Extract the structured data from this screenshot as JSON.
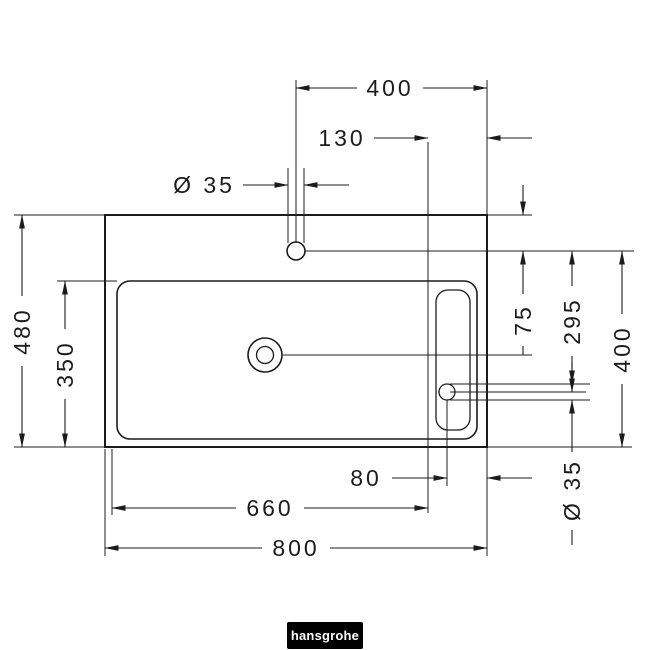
{
  "page": {
    "background_color": "#ffffff",
    "line_color": "#1c1c1c"
  },
  "dimensions": {
    "faucet_to_edge": "400",
    "shelf_width": "130",
    "faucet_hole_dia": "Ø 35",
    "overall_depth": "480",
    "bowl_depth": "350",
    "rim_to_faucet": "75",
    "faucet_to_overflow": "295",
    "faucet_to_front": "400",
    "overflow_to_edge": "80",
    "bowl_width": "660",
    "overall_width": "800",
    "overflow_hole_dia": "Ø 35"
  },
  "brand": {
    "logo": "hansgrohe"
  }
}
